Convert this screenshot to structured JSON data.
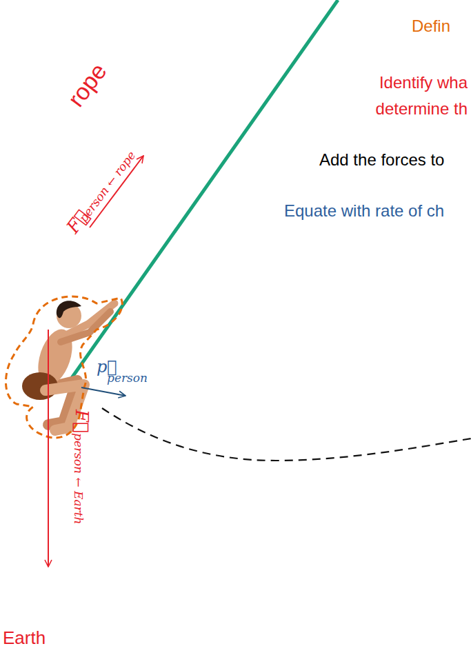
{
  "diagram": {
    "labels": [
      "Defin",
      "rope",
      "Identify wha",
      "determine th",
      "F⃗",
      "person ← rope",
      "Add the forces to",
      "Equate with rate of ch",
      "p⃗",
      "person",
      "F⃗",
      "person ← Earth",
      "Earth"
    ]
  }
}
